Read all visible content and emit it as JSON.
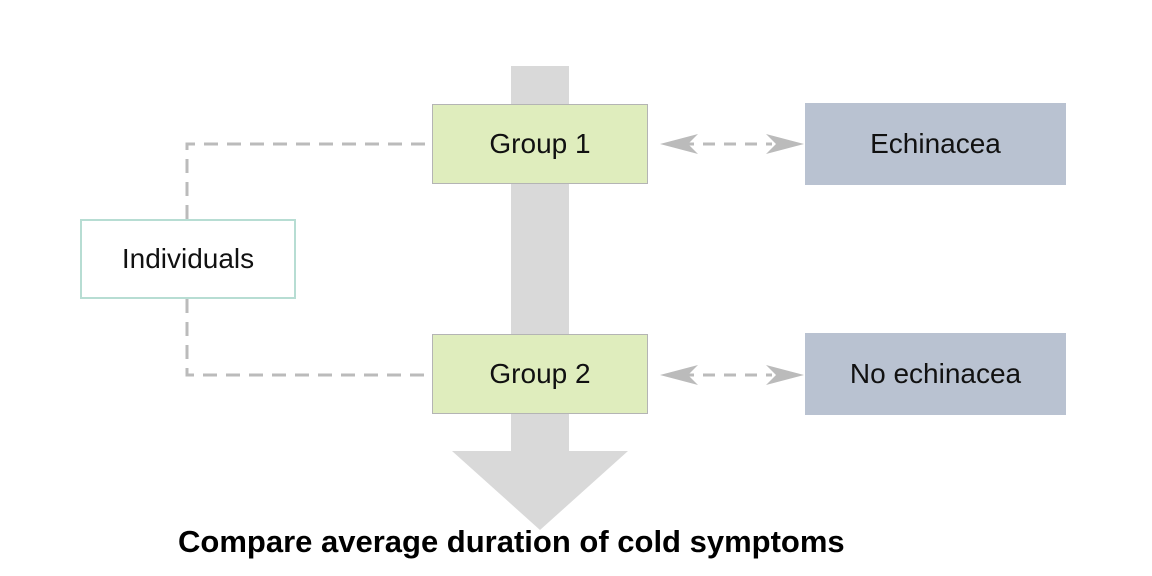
{
  "nodes": {
    "individuals": "Individuals",
    "group1": "Group 1",
    "group2": "Group 2",
    "treatment": "Echinacea",
    "control": "No echinacea"
  },
  "caption": "Compare average duration of cold symptoms",
  "colors": {
    "group_fill": "#dfedbd",
    "treatment_fill": "#b9c2d1",
    "individuals_border": "#b7ddd3",
    "connector": "#bbbbbb",
    "big_arrow": "#d9d9d9"
  }
}
